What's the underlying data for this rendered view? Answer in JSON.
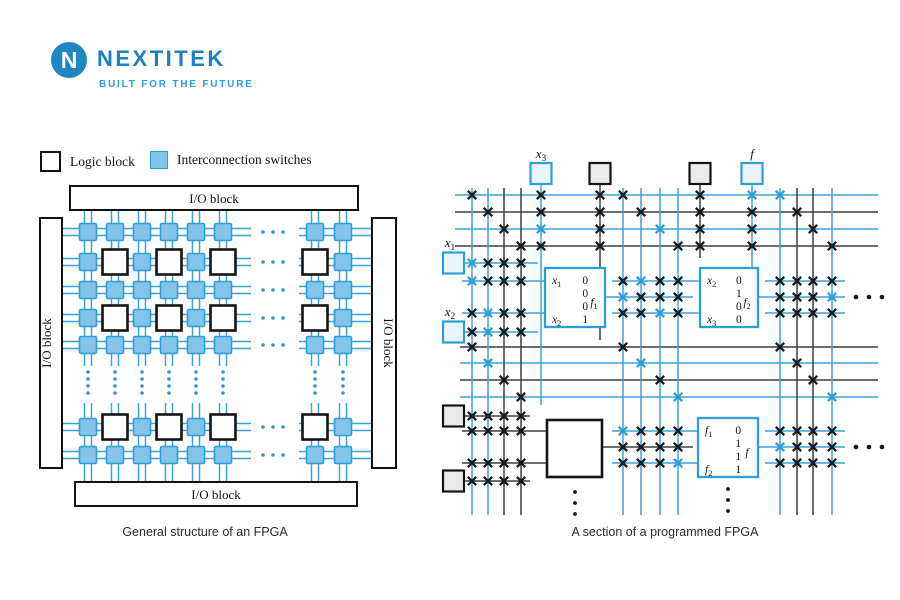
{
  "brand": {
    "logo_letter": "N",
    "name": "NEXTITEK",
    "tagline": "BUILT FOR THE FUTURE",
    "logo_color": "#1E87C2",
    "name_color": "#1D7FC0",
    "tagline_color": "#2D9CDB"
  },
  "left_figure": {
    "legend": [
      {
        "label": "Logic block"
      },
      {
        "label": "Interconnection switches"
      }
    ],
    "io_labels": {
      "top": "I/O block",
      "left": "I/O block",
      "right": "I/O block",
      "bottom": "I/O block"
    },
    "caption": "General structure of an FPGA"
  },
  "right_figure": {
    "caption": "A section of a programmed FPGA",
    "top_pads": [
      {
        "label": "x₃",
        "used": true
      },
      {
        "label": "",
        "used": false
      },
      {
        "label": "",
        "used": false
      },
      {
        "label": "f",
        "used": true
      }
    ],
    "left_pads": [
      {
        "label": "x₁",
        "used": true
      },
      {
        "label": "x₂",
        "used": true
      },
      {
        "label": "",
        "used": false
      },
      {
        "label": "",
        "used": false
      }
    ],
    "logic_blocks": [
      {
        "inputs": [
          "x₁",
          "x₂"
        ],
        "values": [
          "0",
          "0",
          "0",
          "1"
        ],
        "output": "f₁"
      },
      {
        "inputs": [
          "x₂",
          "x₃"
        ],
        "values": [
          "0",
          "1",
          "0",
          "0"
        ],
        "output": "f₂"
      },
      {
        "inputs": [
          "f₁",
          "f₂"
        ],
        "values": [
          "0",
          "1",
          "1",
          "1"
        ],
        "output": "f"
      }
    ],
    "switch_crosses": [
      [
        472,
        195,
        0
      ],
      [
        488,
        212,
        0
      ],
      [
        504,
        229,
        0
      ],
      [
        521,
        246,
        0
      ],
      [
        541,
        195,
        0
      ],
      [
        541,
        212,
        0
      ],
      [
        541,
        229,
        1
      ],
      [
        541,
        246,
        0
      ],
      [
        600,
        195,
        0
      ],
      [
        600,
        212,
        0
      ],
      [
        600,
        229,
        0
      ],
      [
        600,
        246,
        0
      ],
      [
        623,
        195,
        0
      ],
      [
        641,
        212,
        0
      ],
      [
        660,
        229,
        1
      ],
      [
        678,
        246,
        0
      ],
      [
        700,
        195,
        0
      ],
      [
        700,
        212,
        0
      ],
      [
        700,
        229,
        0
      ],
      [
        700,
        246,
        0
      ],
      [
        752,
        195,
        1
      ],
      [
        752,
        212,
        0
      ],
      [
        752,
        229,
        0
      ],
      [
        752,
        246,
        0
      ],
      [
        780,
        195,
        1
      ],
      [
        797,
        212,
        0
      ],
      [
        813,
        229,
        0
      ],
      [
        832,
        246,
        0
      ],
      [
        472,
        263,
        1
      ],
      [
        488,
        263,
        0
      ],
      [
        504,
        263,
        0
      ],
      [
        521,
        263,
        0
      ],
      [
        472,
        281,
        1
      ],
      [
        488,
        281,
        0
      ],
      [
        504,
        281,
        0
      ],
      [
        521,
        281,
        0
      ],
      [
        472,
        313,
        0
      ],
      [
        488,
        313,
        1
      ],
      [
        504,
        313,
        0
      ],
      [
        521,
        313,
        0
      ],
      [
        472,
        332,
        0
      ],
      [
        488,
        332,
        1
      ],
      [
        504,
        332,
        0
      ],
      [
        521,
        332,
        0
      ],
      [
        623,
        281,
        0
      ],
      [
        641,
        281,
        1
      ],
      [
        660,
        281,
        0
      ],
      [
        678,
        281,
        0
      ],
      [
        623,
        297,
        1
      ],
      [
        641,
        297,
        0
      ],
      [
        660,
        297,
        0
      ],
      [
        678,
        297,
        0
      ],
      [
        623,
        313,
        0
      ],
      [
        641,
        313,
        0
      ],
      [
        660,
        313,
        1
      ],
      [
        678,
        313,
        0
      ],
      [
        780,
        281,
        0
      ],
      [
        797,
        281,
        0
      ],
      [
        813,
        281,
        0
      ],
      [
        832,
        281,
        0
      ],
      [
        780,
        297,
        0
      ],
      [
        797,
        297,
        0
      ],
      [
        813,
        297,
        0
      ],
      [
        832,
        297,
        1
      ],
      [
        780,
        313,
        0
      ],
      [
        797,
        313,
        0
      ],
      [
        813,
        313,
        0
      ],
      [
        832,
        313,
        0
      ],
      [
        472,
        347,
        0
      ],
      [
        488,
        363,
        1
      ],
      [
        504,
        380,
        0
      ],
      [
        521,
        397,
        0
      ],
      [
        623,
        347,
        0
      ],
      [
        641,
        363,
        1
      ],
      [
        660,
        380,
        0
      ],
      [
        678,
        397,
        1
      ],
      [
        780,
        347,
        0
      ],
      [
        797,
        363,
        0
      ],
      [
        813,
        380,
        0
      ],
      [
        832,
        397,
        1
      ],
      [
        472,
        416,
        0
      ],
      [
        488,
        416,
        0
      ],
      [
        504,
        416,
        0
      ],
      [
        521,
        416,
        0
      ],
      [
        472,
        431,
        0
      ],
      [
        488,
        431,
        0
      ],
      [
        504,
        431,
        0
      ],
      [
        521,
        431,
        0
      ],
      [
        472,
        463,
        0
      ],
      [
        488,
        463,
        0
      ],
      [
        504,
        463,
        0
      ],
      [
        521,
        463,
        0
      ],
      [
        472,
        481,
        0
      ],
      [
        488,
        481,
        0
      ],
      [
        504,
        481,
        0
      ],
      [
        521,
        481,
        0
      ],
      [
        623,
        431,
        1
      ],
      [
        641,
        431,
        0
      ],
      [
        660,
        431,
        0
      ],
      [
        678,
        431,
        0
      ],
      [
        623,
        447,
        0
      ],
      [
        641,
        447,
        0
      ],
      [
        660,
        447,
        0
      ],
      [
        678,
        447,
        0
      ],
      [
        623,
        463,
        0
      ],
      [
        641,
        463,
        0
      ],
      [
        660,
        463,
        0
      ],
      [
        678,
        463,
        1
      ],
      [
        780,
        431,
        0
      ],
      [
        797,
        431,
        0
      ],
      [
        813,
        431,
        0
      ],
      [
        832,
        431,
        0
      ],
      [
        780,
        447,
        1
      ],
      [
        797,
        447,
        0
      ],
      [
        813,
        447,
        0
      ],
      [
        832,
        447,
        0
      ],
      [
        780,
        463,
        0
      ],
      [
        797,
        463,
        0
      ],
      [
        813,
        463,
        0
      ],
      [
        832,
        463,
        0
      ]
    ]
  },
  "colors": {
    "wire_blue": "#3FA0DB",
    "wire_dark": "#3E3E3E",
    "cross_dark": "#1A1A1A",
    "cross_blue": "#2D9FD8",
    "switch_fill": "#85C4EA",
    "switch_stroke": "#2E9CD6",
    "block_border_blue": "#2D9FD8",
    "block_border_dark": "#141414",
    "pad_used_fill": "#EAF4FB",
    "pad_unused_fill": "#EBEBEB",
    "dots_blue": "#3E8FC4",
    "text_dark": "#111111"
  }
}
